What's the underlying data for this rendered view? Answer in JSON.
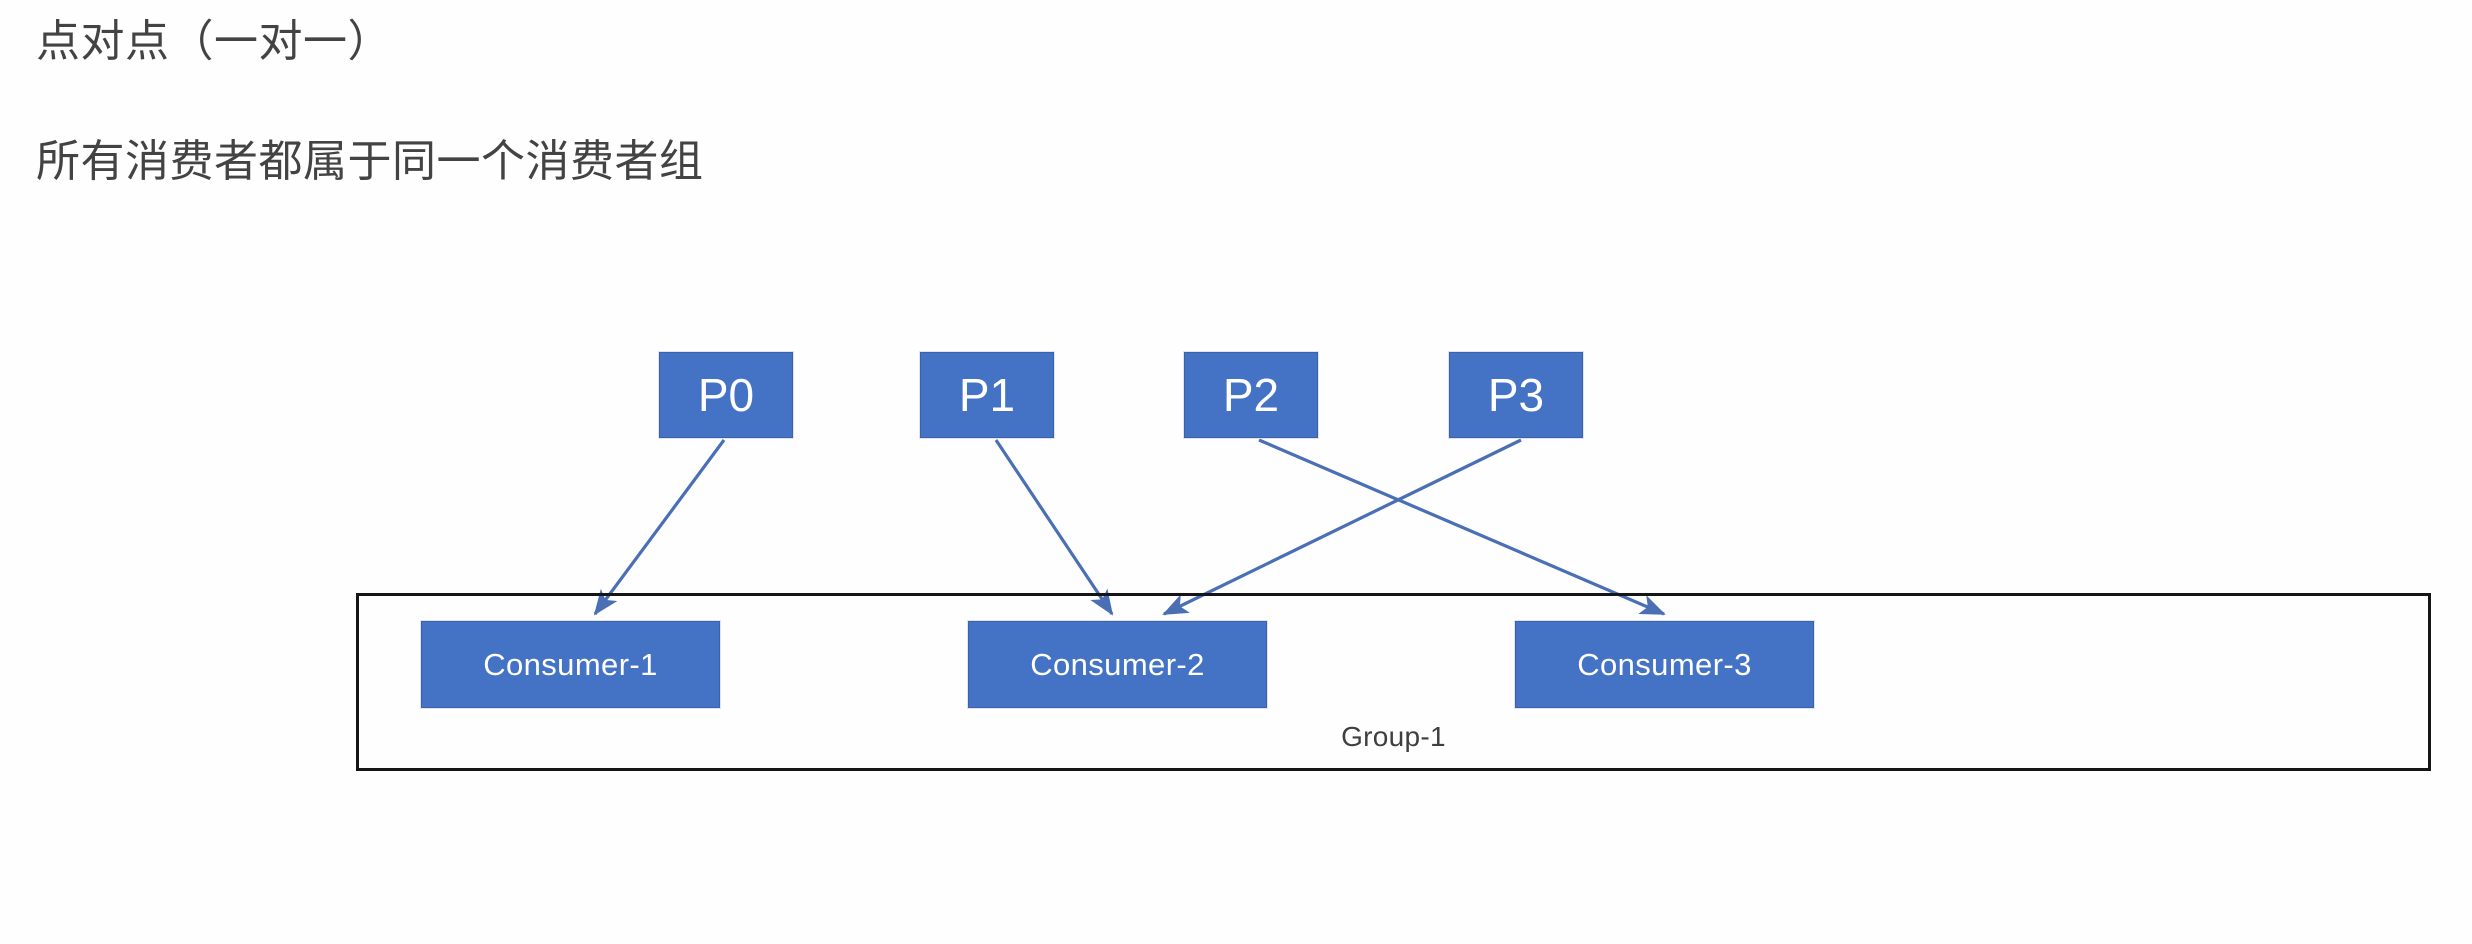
{
  "heading": {
    "title": "点对点（一对一）",
    "subtitle": "所有消费者都属于同一个消费者组"
  },
  "diagram": {
    "type": "flow-diagram",
    "partitions": [
      {
        "id": "p0",
        "label": "P0"
      },
      {
        "id": "p1",
        "label": "P1"
      },
      {
        "id": "p2",
        "label": "P2"
      },
      {
        "id": "p3",
        "label": "P3"
      }
    ],
    "group": {
      "label": "Group-1",
      "consumers": [
        {
          "id": "consumer-1",
          "label": "Consumer-1"
        },
        {
          "id": "consumer-2",
          "label": "Consumer-2"
        },
        {
          "id": "consumer-3",
          "label": "Consumer-3"
        }
      ]
    },
    "connections": [
      {
        "from": "P0",
        "to": "Consumer-1"
      },
      {
        "from": "P1",
        "to": "Consumer-2"
      },
      {
        "from": "P2",
        "to": "Consumer-3"
      },
      {
        "from": "P3",
        "to": "Consumer-2"
      }
    ],
    "colors": {
      "box_fill": "#4472c4",
      "box_border": "#3a62ab",
      "box_text": "#ffffff",
      "arrow": "#4a6fb5",
      "group_border": "#151515",
      "heading_text": "#434343",
      "group_label_text": "#3f3f3f",
      "background": "#ffffff"
    }
  }
}
